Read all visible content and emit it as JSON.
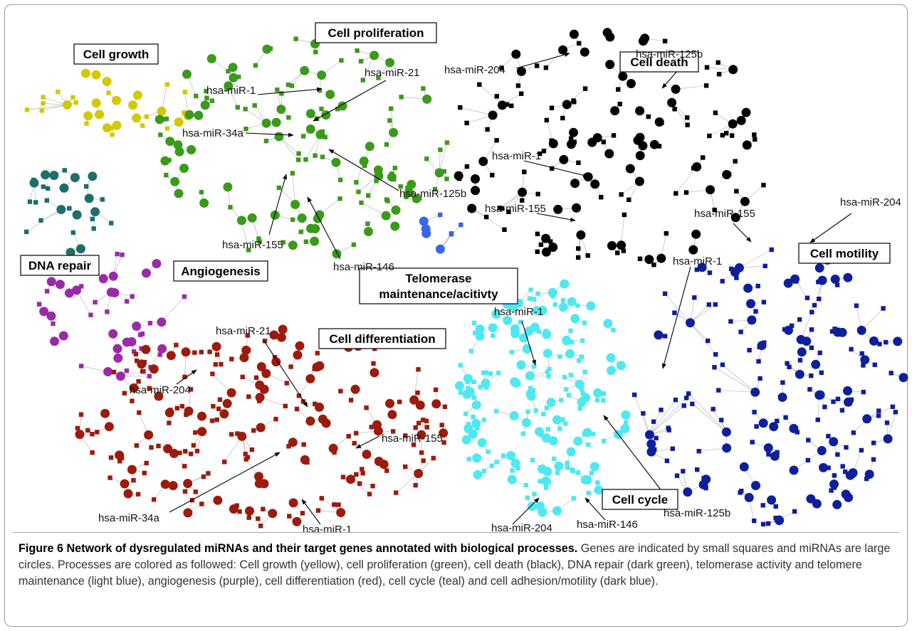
{
  "figure": {
    "number_label": "Figure 6",
    "title": "Network of dysregulated miRNAs and their target genes annotated with biological processes.",
    "caption_text": "Genes are indicated by small squares and miRNAs are large circles. Processes are colored as followed: Cell growth (yellow), cell proliferation (green), cell death (black), DNA repair (dark green), telomerase activity and telomere maintenance (light blue), angiogenesis (purple), cell differentiation (red), cell cycle (teal) and cell adhesion/motility (dark blue)."
  },
  "clusters": [
    {
      "id": "cell-growth",
      "title_lines": [
        "Cell growth"
      ],
      "color": "#d4c900"
    },
    {
      "id": "cell-proliferation",
      "title_lines": [
        "Cell proliferation"
      ],
      "color": "#3a9a1a"
    },
    {
      "id": "cell-death",
      "title_lines": [
        "Cell death"
      ],
      "color": "#000000"
    },
    {
      "id": "dna-repair",
      "title_lines": [
        "DNA repair"
      ],
      "color": "#1e6e6a"
    },
    {
      "id": "angiogenesis",
      "title_lines": [
        "Angiogenesis"
      ],
      "color": "#9a2aa8"
    },
    {
      "id": "telomerase",
      "title_lines": [
        "Telomerase",
        "maintenance/acitivty"
      ],
      "color": "#3a66e6"
    },
    {
      "id": "cell-differentiation",
      "title_lines": [
        "Cell differentiation"
      ],
      "color": "#9c1b0c"
    },
    {
      "id": "cell-cycle",
      "title_lines": [
        "Cell cycle"
      ],
      "color": "#4ee8f0"
    },
    {
      "id": "cell-motility",
      "title_lines": [
        "Cell motility"
      ],
      "color": "#0e1f9c"
    }
  ],
  "mirna_labels": [
    {
      "cluster": "cell-proliferation",
      "text": "hsa-miR-1"
    },
    {
      "cluster": "cell-proliferation",
      "text": "hsa-miR-21"
    },
    {
      "cluster": "cell-proliferation",
      "text": "hsa-miR-34a"
    },
    {
      "cluster": "cell-proliferation",
      "text": "hsa-miR-125b"
    },
    {
      "cluster": "cell-proliferation",
      "text": "hsa-miR-155"
    },
    {
      "cluster": "cell-proliferation",
      "text": "hsa-miR-146"
    },
    {
      "cluster": "cell-death",
      "text": "hsa-miR-204"
    },
    {
      "cluster": "cell-death",
      "text": "hsa-miR-125b"
    },
    {
      "cluster": "cell-death",
      "text": "hsa-miR-1"
    },
    {
      "cluster": "cell-death",
      "text": "hsa-miR-155"
    },
    {
      "cluster": "cell-motility",
      "text": "hsa-miR-155"
    },
    {
      "cluster": "cell-motility",
      "text": "hsa-miR-204"
    },
    {
      "cluster": "cell-motility",
      "text": "hsa-miR-1"
    },
    {
      "cluster": "cell-differentiation",
      "text": "hsa-miR-21"
    },
    {
      "cluster": "cell-differentiation",
      "text": "hsa-miR-204"
    },
    {
      "cluster": "cell-differentiation",
      "text": "hsa-miR-155"
    },
    {
      "cluster": "cell-differentiation",
      "text": "hsa-miR-34a"
    },
    {
      "cluster": "cell-differentiation",
      "text": "hsa-miR-1"
    },
    {
      "cluster": "cell-cycle",
      "text": "hsa-miR-1"
    },
    {
      "cluster": "cell-cycle",
      "text": "hsa-miR-204"
    },
    {
      "cluster": "cell-cycle",
      "text": "hsa-miR-146"
    },
    {
      "cluster": "cell-cycle",
      "text": "hsa-miR-125b"
    }
  ]
}
